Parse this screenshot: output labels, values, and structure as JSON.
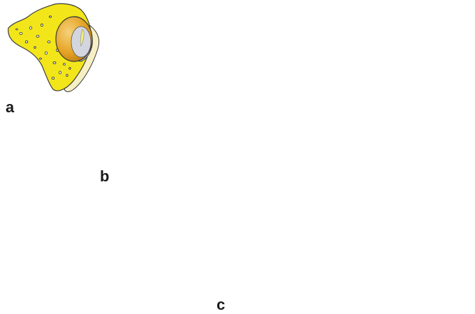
{
  "figure": {
    "panels": [
      {
        "id": "a",
        "label": "a"
      },
      {
        "id": "b",
        "label": "b"
      },
      {
        "id": "c",
        "label": "c"
      }
    ]
  },
  "colors": {
    "bone_fill": "#f2e61a",
    "bone_back": "#f7f0c4",
    "outline": "#3a3a3a",
    "pore": "#ffffff",
    "cup_gray": "#c9ccd6",
    "cup_gold": "#e6a426",
    "rim_blue": "#8fb3d9",
    "fissure_pink": "#e4a4a4",
    "highlight": "#eef07a"
  }
}
